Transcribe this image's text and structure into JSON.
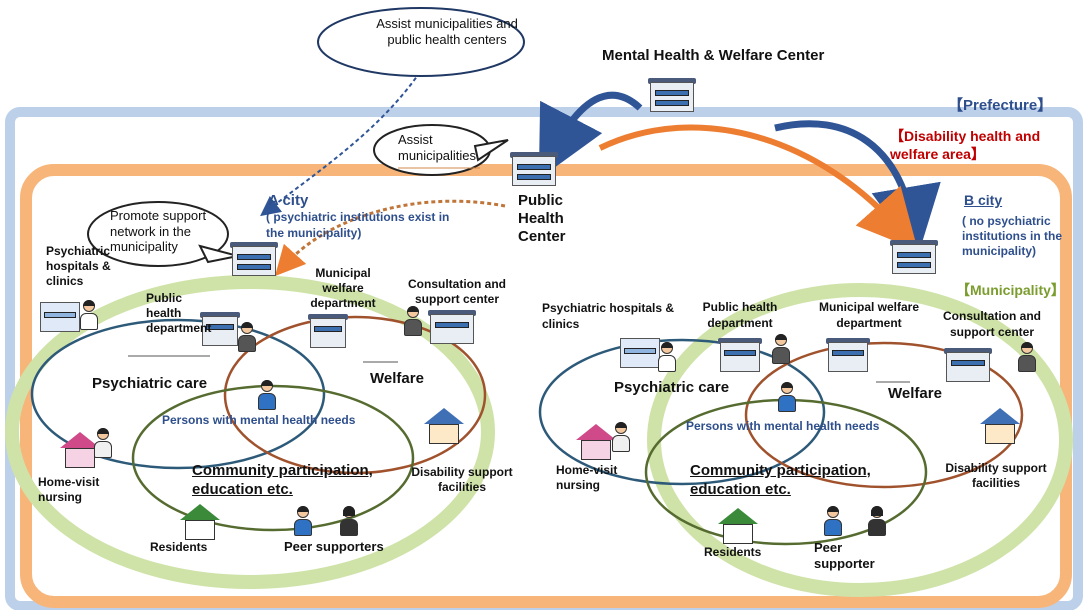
{
  "header": {
    "mental_health_center": "Mental Health & Welfare Center",
    "prefecture": "【Prefecture】",
    "disability_area": "【Disability health and welfare area】",
    "municipality": "【Municipality】"
  },
  "bubbles": {
    "assist_municipalities_phc": "Assist municipalities and public health centers",
    "assist_municipalities": "Assist municipalities",
    "promote_support": "Promote support network in the municipality"
  },
  "public_health_center": "Public Health Center",
  "a_city": {
    "title": "A city",
    "note": "( psychiatric institutions exist in the municipality)",
    "psychiatric_hospitals": "Psychiatric hospitals & clinics",
    "public_health_department": "Public health department",
    "municipal_welfare_department": "Municipal welfare department",
    "consultation_center": "Consultation and support center",
    "psychiatric_care": "Psychiatric care",
    "welfare": "Welfare",
    "persons": "Persons with mental health needs",
    "community": "Community participation, education etc.",
    "home_visit": "Home-visit nursing",
    "disability_facilities": "Disability support facilities",
    "residents": "Residents",
    "peer": "Peer supporters"
  },
  "b_city": {
    "title": "B city",
    "note": "( no psychiatric institutions in the municipality)",
    "psychiatric_hospitals": "Psychiatric hospitals & clinics",
    "public_health_department": "Public health department",
    "municipal_welfare_department": "Municipal welfare department",
    "consultation_center": "Consultation and support center",
    "psychiatric_care": "Psychiatric care",
    "welfare": "Welfare",
    "persons": "Persons with mental health needs",
    "community": "Community participation, education etc.",
    "home_visit": "Home-visit nursing",
    "disability_facilities": "Disability support facilities",
    "residents": "Residents",
    "peer": "Peer supporter"
  },
  "colors": {
    "prefecture_frame": "#b8cde8",
    "area_frame": "#f3a45c",
    "psychiatric_ring": "#2e5a7a",
    "welfare_ring": "#a0522d",
    "community_ring": "#556b2f",
    "green_band": "#c5dc9a",
    "blue_arrow": "#2f5597",
    "orange_arrow": "#ed7d31"
  }
}
